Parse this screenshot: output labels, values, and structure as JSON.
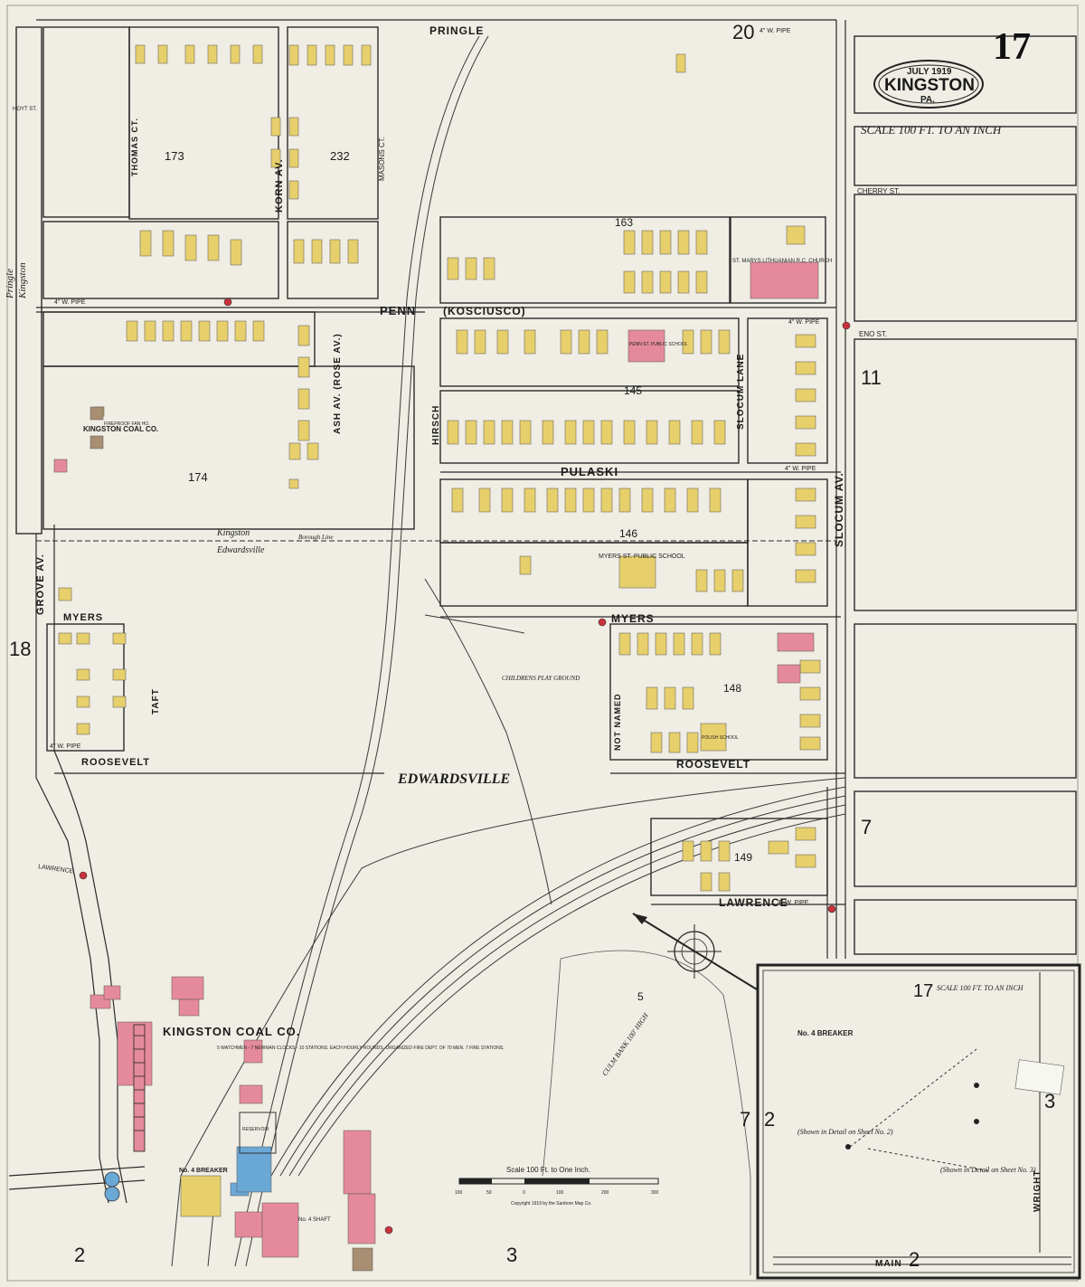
{
  "sheet_number": "17",
  "cartouche": {
    "date": "JULY 1919",
    "city": "KINGSTON",
    "state": "PA."
  },
  "scale_note": "SCALE 100 FT. TO AN INCH",
  "scale_bar": {
    "label": "Scale 100 Ft. to One Inch.",
    "ticks": [
      "100",
      "50",
      "0",
      "100",
      "200",
      "300"
    ]
  },
  "copyright": "Copyright 1919 by the Sanborn Map Co.",
  "adjacent_sheets": [
    "20",
    "11",
    "18",
    "7",
    "2",
    "3",
    "2",
    "3",
    "2",
    "7"
  ],
  "streets": {
    "pringle_top": "PRINGLE",
    "penn": "PENN",
    "kosciusco": "(KOSCIUSCO)",
    "pulaski": "PULASKI",
    "myers_mid": "MYERS",
    "myers_left": "MYERS",
    "roosevelt_left": "ROOSEVELT",
    "roosevelt_mid": "ROOSEVELT",
    "lawrence_mid": "LAWRENCE",
    "lawrence_left": "LAWRENCE",
    "cherry": "CHERRY ST.",
    "eno": "ENO ST.",
    "hoyt": "HOYT ST.",
    "main": "MAIN",
    "thomas_ct": "THOMAS CT.",
    "korn_av": "KORN AV.",
    "masons_ct": "MASONS CT.",
    "hirsch": "HIRSCH",
    "slocum_lane": "SLOCUM LANE",
    "slocum_av": "SLOCUM AV.",
    "ash_av": "ASH AV. (ROSE AV.)",
    "grove_av": "GROVE AV.",
    "taft": "TAFT",
    "not_named": "NOT NAMED",
    "wright": "WRIGHT",
    "pringle_side": "Pringle",
    "kingston_side": "Kingston"
  },
  "blocks": [
    "173",
    "232",
    "163",
    "145",
    "146",
    "148",
    "149",
    "174",
    "5"
  ],
  "place_names": {
    "edwardsville": "EDWARDSVILLE",
    "kingston": "Kingston",
    "edwardsville_small": "Edwardsville",
    "borough_line": "Borough Line",
    "kingston_coal": "KINGSTON COAL CO.",
    "kingston_coal_small": "KINGSTON COAL CO.",
    "culm_bank": "CULM BANK 100' HIGH",
    "playground": "CHILDRENS PLAY GROUND"
  },
  "buildings": {
    "church": "ST. MARYS LITHUANIAN R.C. CHURCH",
    "penn_school": "PENN ST. PUBLIC SCHOOL",
    "myers_school": "MYERS ST. PUBLIC SCHOOL",
    "polish_school": "POLISH SCHOOL",
    "breaker_main": "No. 4 BREAKER",
    "breaker_inset": "No. 4 BREAKER",
    "fan_house": "FIREPROOF FAN HO.",
    "shaft": "No. 4 SHAFT",
    "reservoir": "RESERVOIR"
  },
  "pipes": [
    "4\" W. PIPE",
    "4\" W. PIPE",
    "4\" W. PIPE",
    "4\" W. PIPE",
    "4\" W. PIPE",
    "4\" W. PIPE"
  ],
  "inset": {
    "sheet": "17",
    "scale": "SCALE 100 FT. TO AN INCH",
    "note1": "(Shown in Detail on Sheet No. 2)",
    "note2": "(Shown in Detail on Sheet No. 3)"
  },
  "coal_notes": "5 WATCHMEN - 7 NEWMAN CLOCKS - 10 STATIONS. EACH HOURLY ROUNDS. ORGANIZED FIRE DEPT. OF 70 MEN. 7 FIRE STATIONS.",
  "colors": {
    "paper": "#efede4",
    "brick": "#e58a9c",
    "frame": "#e7cf6c",
    "stone": "#6aa8d6",
    "iron": "#a88e72"
  }
}
